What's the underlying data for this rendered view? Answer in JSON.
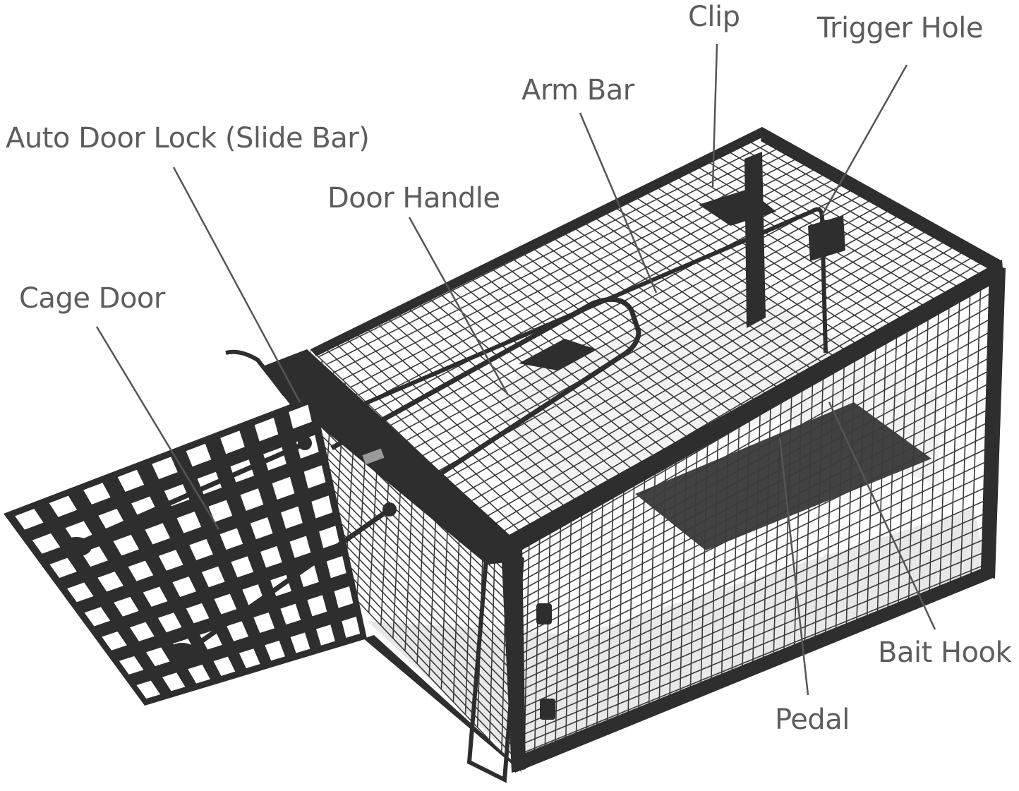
{
  "labels": {
    "clip": "Clip",
    "trigger_hole": "Trigger Hole",
    "arm_bar": "Arm Bar",
    "auto_door_lock": "Auto Door Lock (Slide Bar)",
    "door_handle": "Door Handle",
    "cage_door": "Cage Door",
    "bait_hook": "Bait Hook",
    "pedal": "Pedal"
  },
  "colors": {
    "cage": "#2e2e2e",
    "mesh": "#3a3a3a",
    "label_text": "#5d5d5d",
    "leader_line": "#555555",
    "background": "#ffffff"
  }
}
